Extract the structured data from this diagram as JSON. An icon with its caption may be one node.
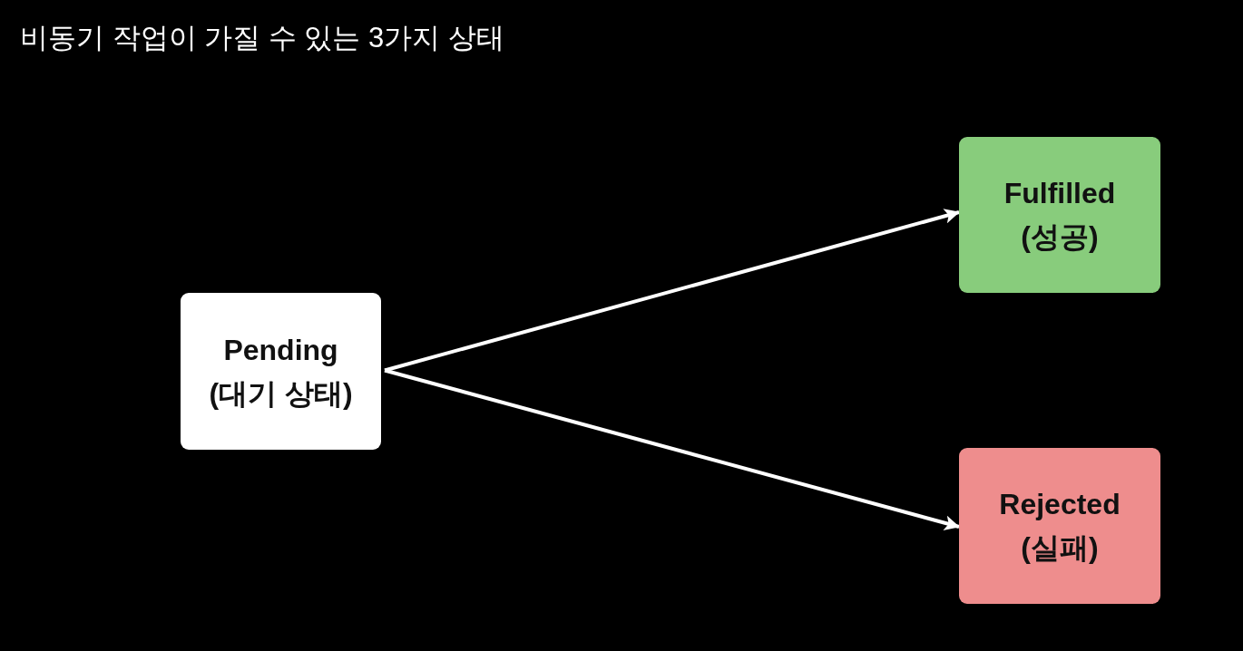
{
  "diagram": {
    "title": "비동기 작업이 가질 수 있는 3가지 상태",
    "nodes": [
      {
        "text": [
          "Pending",
          "(대기 상태)"
        ]
      },
      {
        "text": [
          "Fulfilled",
          "(성공)"
        ]
      },
      {
        "text": [
          "Rejected",
          "(실패)"
        ]
      }
    ],
    "edges": [
      {
        "from": 0,
        "to": 1,
        "arrow": "to"
      },
      {
        "from": 0,
        "to": 2,
        "arrow": "to"
      }
    ]
  }
}
